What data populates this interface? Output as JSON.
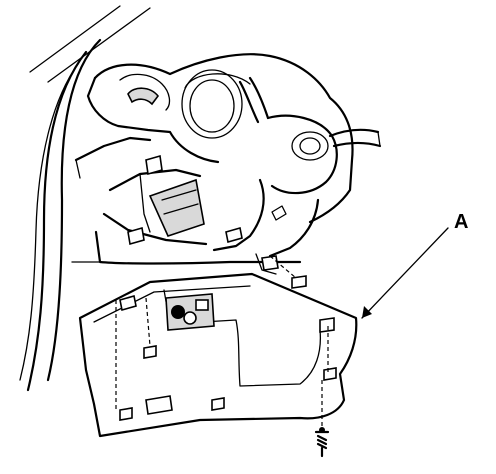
{
  "callouts": [
    {
      "id": "A",
      "label": "A"
    }
  ],
  "parts": {
    "dashboard": "dashboard-assembly",
    "lower_cover": "driver-lower-cover",
    "fastener": "screw",
    "a_pillar": "a-pillar-trim"
  }
}
